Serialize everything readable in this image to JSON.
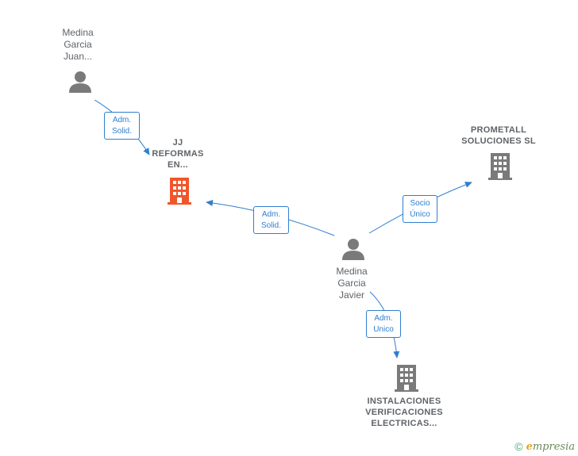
{
  "colors": {
    "edge": "#2f7fd0",
    "person_icon": "#7a7a7a",
    "company_icon": "#7a7a7a",
    "highlight_company_icon": "#f0562a"
  },
  "nodes": {
    "person_juan": {
      "lines": [
        "Medina",
        "Garcia",
        "Juan..."
      ],
      "icon": "person-icon"
    },
    "person_javier": {
      "lines": [
        "Medina",
        "Garcia",
        "Javier"
      ],
      "icon": "person-icon"
    },
    "company_jj": {
      "lines": [
        "JJ",
        "REFORMAS",
        "EN..."
      ],
      "icon": "building-icon"
    },
    "company_prometall": {
      "lines": [
        "PROMETALL",
        "SOLUCIONES SL"
      ],
      "icon": "building-icon"
    },
    "company_instalaciones": {
      "lines": [
        "INSTALACIONES",
        "VERIFICACIONES",
        "ELECTRICAS..."
      ],
      "icon": "building-icon"
    }
  },
  "relations": {
    "juan_jj": {
      "line1": "Adm.",
      "line2": "Solid."
    },
    "javier_jj": {
      "line1": "Adm.",
      "line2": "Solid."
    },
    "javier_prometall": {
      "line1": "Socio",
      "line2": "Único"
    },
    "javier_instalaciones": {
      "line1": "Adm.",
      "line2": "Unico"
    }
  },
  "footer": {
    "copyright": "©",
    "brand_first": "e",
    "brand_rest": "mpresia"
  }
}
